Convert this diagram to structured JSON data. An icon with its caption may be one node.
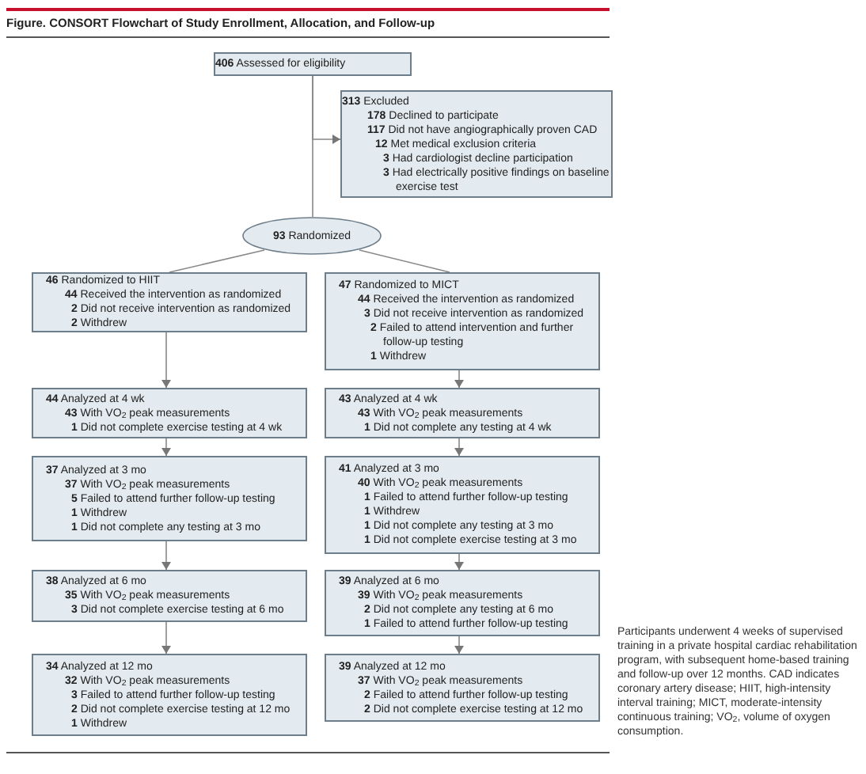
{
  "diagram": {
    "title": "Figure. CONSORT Flowchart of Study Enrollment, Allocation, and Follow-up",
    "caption": "Participants underwent 4 weeks of supervised training in a private hospital cardiac rehabilitation program, with subsequent home-based training and follow-up over 12 months. CAD indicates coronary artery disease; HIIT, high-intensity interval training; MICT, moderate-intensity continuous training; VO$_{2}$, volume of oxygen consumption.",
    "nodes": [
      {
        "text": [
          "**406** Assessed for eligibility"
        ]
      },
      {
        "text": [
          "**313** Excluded",
          "**178** Declined to participate",
          "**117** Did not have angiographically proven CAD",
          "**12** Met medical exclusion criteria",
          "**3** Had cardiologist decline participation",
          "**3** Had electrically positive findings on baseline exercise test"
        ]
      },
      {
        "text": [
          "**93** Randomized"
        ]
      },
      {
        "text": [
          "**46** Randomized to HIIT",
          "**44** Received the intervention as randomized",
          "**2** Did not receive intervention as randomized",
          "**2** Withdrew"
        ]
      },
      {
        "text": [
          "**47** Randomized to MICT",
          "**44** Received the intervention as randomized",
          "**3** Did not receive intervention as randomized",
          "**2** Failed to attend intervention and further follow-up testing",
          "**1** Withdrew"
        ]
      },
      {
        "text": [
          "**44** Analyzed at 4 wk",
          "**43** With VO$_{2}$ peak measurements",
          "**1** Did not complete exercise testing at 4 wk"
        ]
      },
      {
        "text": [
          "**43** Analyzed at 4 wk",
          "**43** With VO$_{2}$ peak measurements",
          "**1** Did not complete any testing at 4 wk"
        ]
      },
      {
        "text": [
          "**37** Analyzed at 3 mo",
          "**37** With VO$_{2}$ peak measurements",
          "**5** Failed to attend further follow-up testing",
          "**1** Withdrew",
          "**1** Did not complete any testing at 3 mo"
        ]
      },
      {
        "text": [
          "**41** Analyzed at 3 mo",
          "**40** With VO$_{2}$ peak measurements",
          "**1** Failed to attend further follow-up testing",
          "**1** Withdrew",
          "**1** Did not complete any testing at 3 mo",
          "**1** Did not complete exercise testing at 3 mo"
        ]
      },
      {
        "text": [
          "**38** Analyzed at 6 mo",
          "**35** With VO$_{2}$ peak measurements",
          "**3** Did not complete exercise testing at 6 mo"
        ]
      },
      {
        "text": [
          "**39** Analyzed at 6 mo",
          "**39** With VO$_{2}$ peak measurements",
          "**2** Did not complete any testing at 6 mo",
          "**1** Failed to attend further follow-up testing"
        ]
      },
      {
        "text": [
          "**34** Analyzed at 12 mo",
          "**32** With VO$_{2}$ peak measurements",
          "**3** Failed to attend further follow-up testing",
          "**2** Did not complete exercise testing at 12 mo",
          "**1** Withdrew"
        ]
      },
      {
        "text": [
          "**39** Analyzed at 12 mo",
          "**37** With VO$_{2}$ peak measurements",
          "**2** Failed to attend further follow-up testing",
          "**2** Did not complete exercise testing at 12 mo"
        ]
      }
    ],
    "edges": [
      {
        "from": 0,
        "to": 2,
        "arrow": "none"
      },
      {
        "from": 0,
        "to": 1,
        "arrow": "to"
      },
      {
        "from": 2,
        "to": 3,
        "arrow": "none"
      },
      {
        "from": 2,
        "to": 4,
        "arrow": "none"
      },
      {
        "from": 3,
        "to": 5,
        "arrow": "to"
      },
      {
        "from": 4,
        "to": 6,
        "arrow": "to"
      },
      {
        "from": 5,
        "to": 7,
        "arrow": "to"
      },
      {
        "from": 6,
        "to": 8,
        "arrow": "to"
      },
      {
        "from": 7,
        "to": 9,
        "arrow": "to"
      },
      {
        "from": 8,
        "to": 10,
        "arrow": "to"
      },
      {
        "from": 9,
        "to": 11,
        "arrow": "to"
      },
      {
        "from": 10,
        "to": 12,
        "arrow": "to"
      }
    ]
  }
}
